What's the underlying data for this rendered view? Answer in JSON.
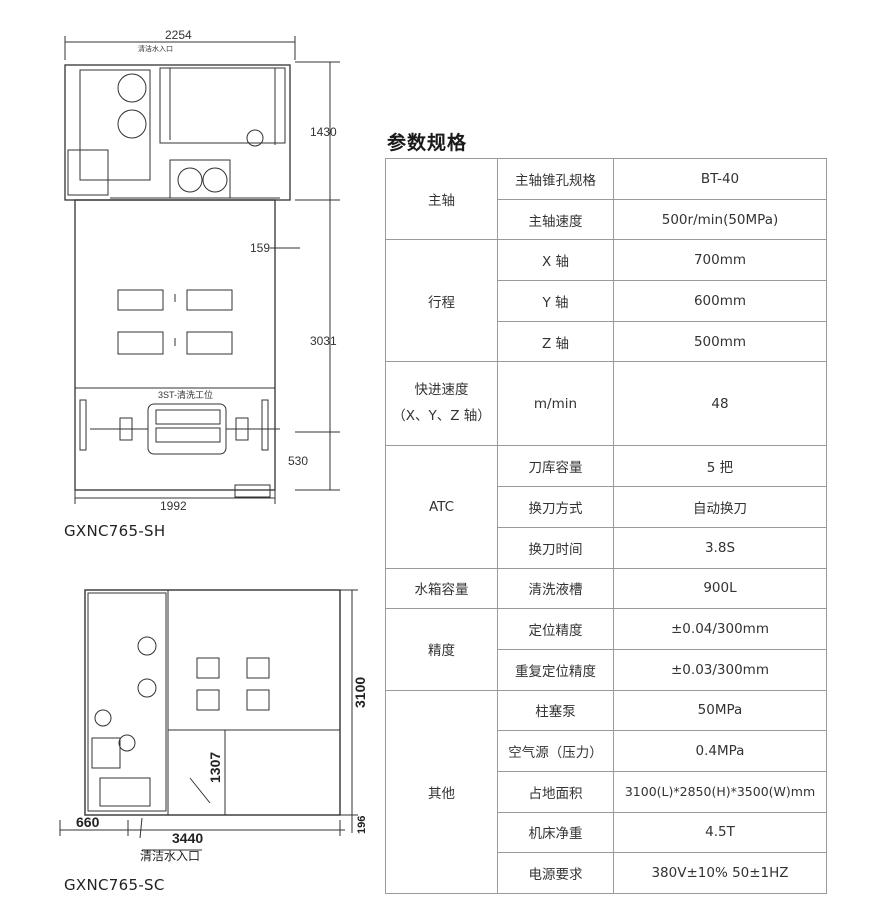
{
  "drawing_top": {
    "dims": {
      "width": "2254",
      "h1": "1430",
      "h2": "159",
      "h3": "3031",
      "h4": "530",
      "bottom": "1992"
    },
    "inlet_label": "清洁水入口",
    "station_label": "3ST-清洗工位",
    "model": "GXNC765-SH"
  },
  "drawing_bottom": {
    "dims": {
      "height": "3100",
      "inner": "1307",
      "left": "660",
      "width": "3440",
      "small": "196"
    },
    "inlet_label": "清洁水入口",
    "model": "GXNC765-SC"
  },
  "spec": {
    "title": "参数规格",
    "groups": [
      {
        "category": "主轴",
        "rows": [
          {
            "item": "主轴锥孔规格",
            "value": "BT-40"
          },
          {
            "item": "主轴速度",
            "value": "500r/min(50MPa)"
          }
        ]
      },
      {
        "category": "行程",
        "rows": [
          {
            "item": "X 轴",
            "value": "700mm"
          },
          {
            "item": "Y 轴",
            "value": "600mm"
          },
          {
            "item": "Z 轴",
            "value": "500mm"
          }
        ]
      },
      {
        "category_line1": "快进速度",
        "category_line2": "（X、Y、Z 轴）",
        "rows": [
          {
            "item": "m/min",
            "value": "48"
          }
        ]
      },
      {
        "category": "ATC",
        "rows": [
          {
            "item": "刀库容量",
            "value": "5 把"
          },
          {
            "item": "换刀方式",
            "value": "自动换刀"
          },
          {
            "item": "换刀时间",
            "value": "3.8S"
          }
        ]
      },
      {
        "category": "水箱容量",
        "rows": [
          {
            "item": "清洗液槽",
            "value": "900L"
          }
        ]
      },
      {
        "category": "精度",
        "rows": [
          {
            "item": "定位精度",
            "value": "±0.04/300mm"
          },
          {
            "item": "重复定位精度",
            "value": "±0.03/300mm"
          }
        ]
      },
      {
        "category": "其他",
        "rows": [
          {
            "item": "柱塞泵",
            "value": "50MPa"
          },
          {
            "item": "空气源（压力）",
            "value": "0.4MPa"
          },
          {
            "item": "占地面积",
            "value": "3100(L)*2850(H)*3500(W)mm"
          },
          {
            "item": "机床净重",
            "value": "4.5T"
          },
          {
            "item": "电源要求",
            "value": "380V±10%  50±1HZ"
          }
        ]
      }
    ]
  }
}
